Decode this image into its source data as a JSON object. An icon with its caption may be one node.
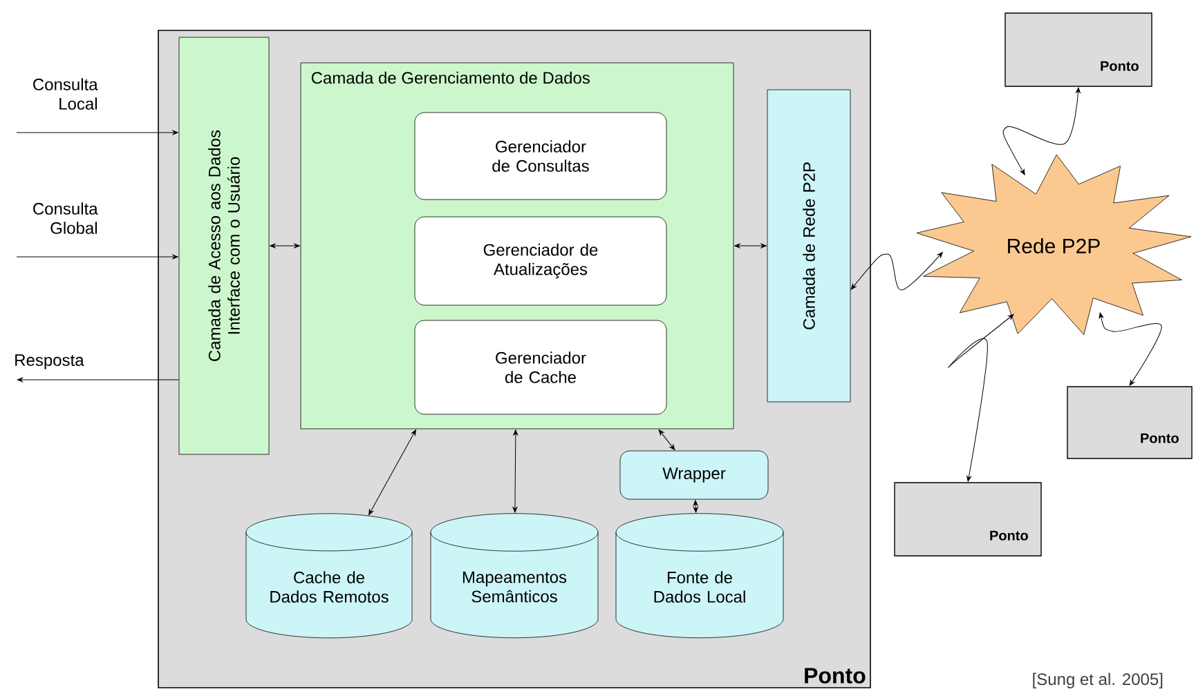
{
  "diagram": {
    "nodes": [
      {
        "text": [
          "Ponto"
        ]
      },
      {
        "text": [
          "Camada de Acesso aos Dados Interface com o Usuário"
        ],
        "in": 0
      },
      {
        "text": [
          "Camada de Gerenciamento de Dados"
        ],
        "in": 0
      },
      {
        "text": [
          "Gerenciador de Consultas"
        ],
        "in": 2
      },
      {
        "text": [
          "Gerenciador de Atualizações"
        ],
        "in": 2
      },
      {
        "text": [
          "Gerenciador de Cache"
        ],
        "in": 2
      },
      {
        "text": [
          "Camada de Rede P2P"
        ],
        "in": 0
      },
      {
        "text": [
          "Wrapper"
        ],
        "in": 0
      },
      {
        "text": [
          "Cache de Dados Remotos"
        ],
        "in": 0
      },
      {
        "text": [
          "Mapeamentos Semânticos"
        ],
        "in": 0
      },
      {
        "text": [
          "Fonte de Dados Local"
        ],
        "in": 0
      },
      {
        "text": [
          "Rede P2P"
        ]
      },
      {
        "text": [
          "Ponto"
        ]
      },
      {
        "text": [
          "Ponto"
        ]
      },
      {
        "text": [
          "Ponto"
        ]
      }
    ],
    "edges": [
      {
        "from": null,
        "to": 1,
        "arrow": "to",
        "label": "Consulta Local"
      },
      {
        "from": null,
        "to": 1,
        "arrow": "to",
        "label": "Consulta Global"
      },
      {
        "from": 1,
        "to": null,
        "arrow": "to",
        "label": "Resposta"
      },
      {
        "from": 1,
        "to": 2,
        "arrow": "both"
      },
      {
        "from": 2,
        "to": 6,
        "arrow": "both"
      },
      {
        "from": 6,
        "to": 11,
        "arrow": "both"
      },
      {
        "from": 11,
        "to": 12,
        "arrow": "both"
      },
      {
        "from": 11,
        "to": 13,
        "arrow": "both"
      },
      {
        "from": 11,
        "to": 14,
        "arrow": "both"
      },
      {
        "from": 2,
        "to": 8,
        "arrow": "both"
      },
      {
        "from": 2,
        "to": 9,
        "arrow": "both"
      },
      {
        "from": 2,
        "to": 7,
        "arrow": "both"
      },
      {
        "from": 7,
        "to": 10,
        "arrow": "both"
      }
    ],
    "labels": [
      "[Sung et al. 2005]"
    ]
  }
}
